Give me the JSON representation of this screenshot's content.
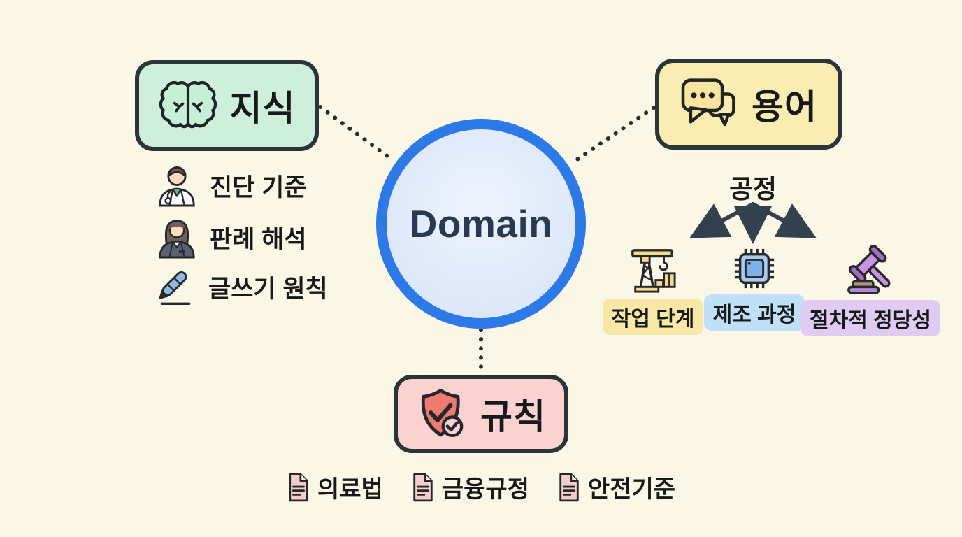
{
  "center": {
    "label": "Domain"
  },
  "nodes": {
    "knowledge": {
      "label": "지식",
      "icon": "brain-icon",
      "fill": "#cdefdc",
      "border": "#2a3439"
    },
    "terminology": {
      "label": "용어",
      "icon": "chat-icon",
      "fill": "#f9edb4",
      "border": "#2a3439"
    },
    "rules": {
      "label": "규칙",
      "icon": "shield-check-icon",
      "fill": "#fbd2d2",
      "border": "#2a3439"
    }
  },
  "knowledge_items": [
    {
      "icon": "doctor-icon",
      "label": "진단 기준"
    },
    {
      "icon": "lawyer-icon",
      "label": "판례 해석"
    },
    {
      "icon": "pen-icon",
      "label": "글쓰기 원칙"
    }
  ],
  "terminology_branch": {
    "root_label": "공정",
    "children": [
      {
        "icon": "crane-icon",
        "label": "작업 단계",
        "pill_color": "#f7e8a6"
      },
      {
        "icon": "chip-icon",
        "label": "제조 과정",
        "pill_color": "#c0e0f8"
      },
      {
        "icon": "gavel-icon",
        "label": "절차적 정당성",
        "pill_color": "#e0ccf3"
      }
    ]
  },
  "rules_items": [
    {
      "icon": "document-icon",
      "label": "의료법"
    },
    {
      "icon": "document-icon",
      "label": "금융규정"
    },
    {
      "icon": "document-icon",
      "label": "안전기준"
    }
  ],
  "colors": {
    "background": "#fbf7e6",
    "center_fill": "#dde8fa",
    "center_border": "#2e79e8",
    "center_text": "#2b3950",
    "connector_dots": "#2b2b2b",
    "arrow": "#33404d",
    "text": "#17191b"
  }
}
